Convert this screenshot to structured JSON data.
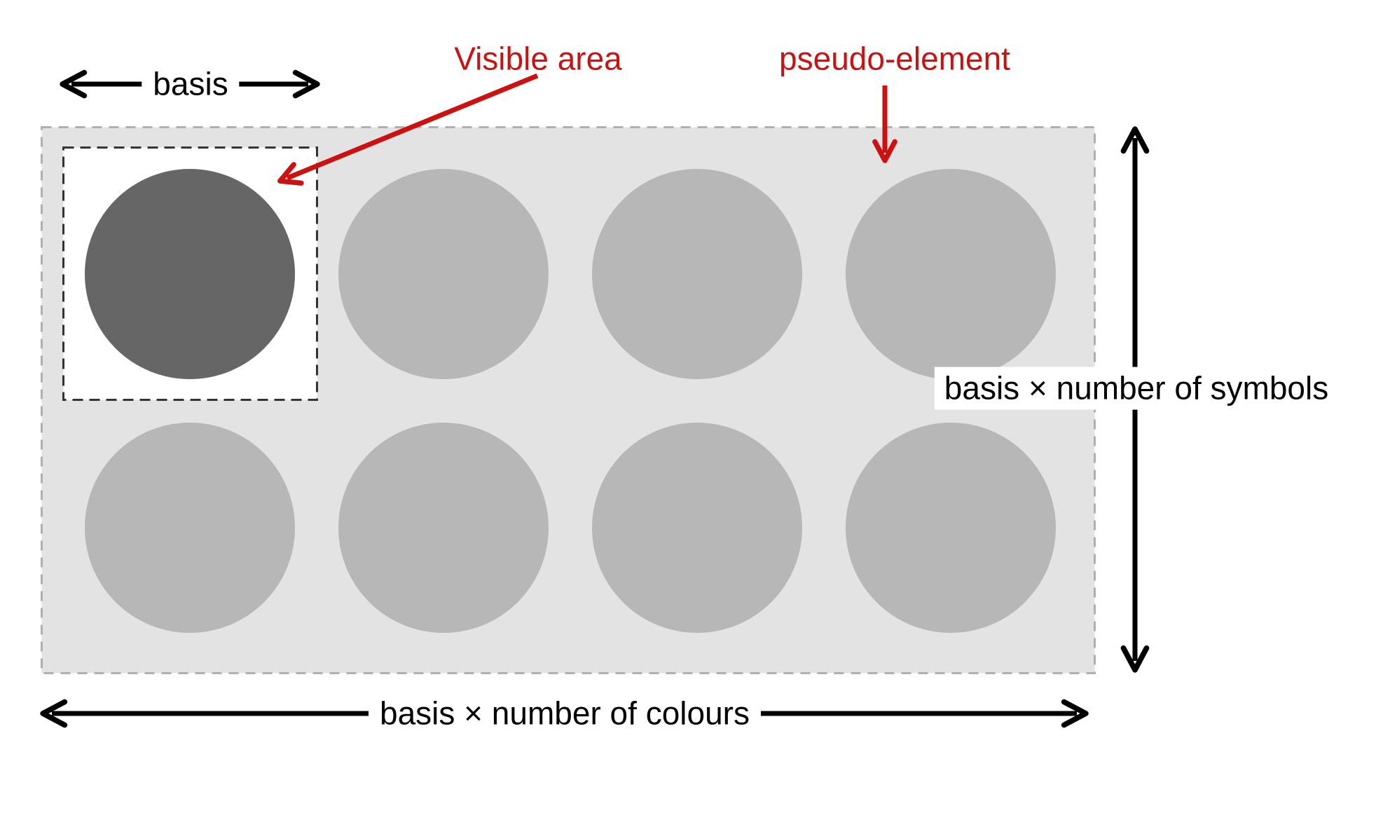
{
  "diagram": {
    "annotations": {
      "basis": "basis",
      "visible_area": "Visible area",
      "pseudo_element": "pseudo-element",
      "height_dimension": "basis × number of symbols",
      "width_dimension": "basis × number of colours"
    },
    "colors": {
      "annotation_red": "#cc1111",
      "arrow_black": "#000000",
      "pseudo_element_fill": "#e3e3e3",
      "pseudo_element_border": "#b0b0b0",
      "visible_area_fill": "#ffffff",
      "visible_area_border": "#333333",
      "symbol_light": "#b7b7b7",
      "symbol_dark": "#666666",
      "page_background": "#ffffff"
    },
    "grid": {
      "rows_symbols": 2,
      "columns_colours": 4,
      "total_circles": 8,
      "dark_symbol": {
        "row": 0,
        "column": 0
      }
    }
  }
}
